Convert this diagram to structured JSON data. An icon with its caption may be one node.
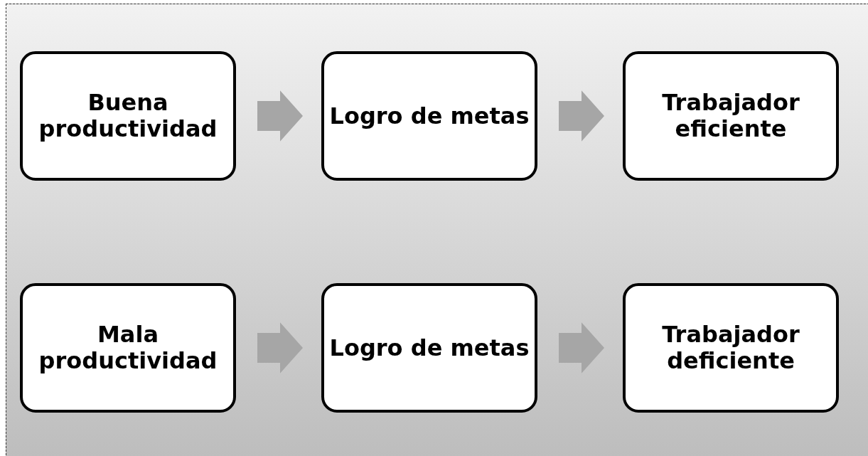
{
  "diagram": {
    "nodes": [
      {
        "text": [
          "Buena productividad"
        ]
      },
      {
        "text": [
          "Logro de metas"
        ]
      },
      {
        "text": [
          "Trabajador eficiente"
        ]
      },
      {
        "text": [
          "Mala productividad"
        ]
      },
      {
        "text": [
          "Logro de metas"
        ]
      },
      {
        "text": [
          "Trabajador deficiente"
        ]
      }
    ],
    "edges": [
      {
        "from": 0,
        "to": 1,
        "arrow": "to",
        "style": "thick"
      },
      {
        "from": 1,
        "to": 2,
        "arrow": "to",
        "style": "thick"
      },
      {
        "from": 3,
        "to": 4,
        "arrow": "to",
        "style": "thick"
      },
      {
        "from": 4,
        "to": 5,
        "arrow": "to",
        "style": "thick"
      }
    ]
  }
}
